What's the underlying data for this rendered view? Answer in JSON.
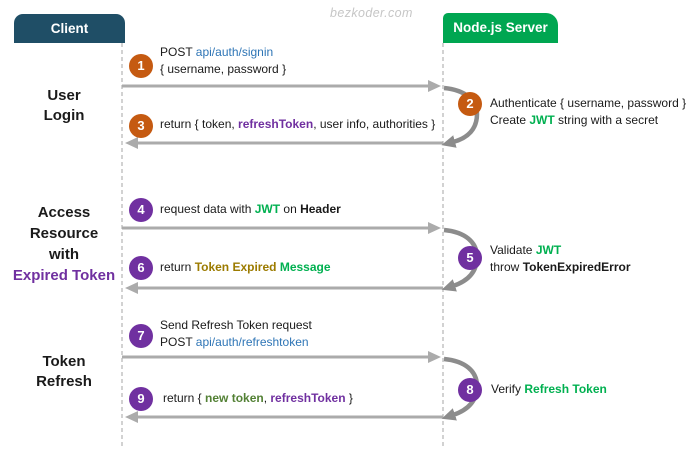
{
  "watermark": "bezkoder.com",
  "actors": {
    "client": {
      "label": "Client"
    },
    "server": {
      "label": "Node.js Server"
    }
  },
  "colors": {
    "client_header": "#1f4e66",
    "server_header": "#00a651",
    "orange_step": "#c55a11",
    "purple_step": "#7030a0",
    "link_blue": "#2e75b6",
    "green_text": "#00b050",
    "olive_text": "#9c7b00",
    "dark_green_text": "#538135",
    "purple_text": "#7030a0",
    "arrow": "#ababab",
    "loop_arrow": "#8c8c8c",
    "lifeline": "#b5b5b5"
  },
  "sections": [
    {
      "lines": [
        {
          "t": "User"
        },
        {
          "t": "Login"
        }
      ]
    },
    {
      "lines": [
        {
          "t": "Access"
        },
        {
          "t": "Resource"
        },
        {
          "t": "with"
        },
        {
          "t": "Expired Token",
          "c": "purpleLabel"
        }
      ]
    },
    {
      "lines": [
        {
          "t": "Token"
        },
        {
          "t": "Refresh"
        }
      ]
    }
  ],
  "steps": [
    {
      "num": "1",
      "lines": [
        [
          {
            "t": "POST "
          },
          {
            "t": "api/auth/signin",
            "c": "link"
          }
        ],
        [
          {
            "t": "{ username, password }"
          }
        ]
      ]
    },
    {
      "num": "2",
      "lines": [
        [
          {
            "t": "Authenticate { username, password }"
          }
        ],
        [
          {
            "t": "Create "
          },
          {
            "t": "JWT",
            "c": "green"
          },
          {
            "t": " string with a secret"
          }
        ]
      ]
    },
    {
      "num": "3",
      "lines": [
        [
          {
            "t": "return { token, "
          },
          {
            "t": "refreshToken",
            "c": "purple"
          },
          {
            "t": ", user info, authorities }"
          }
        ]
      ]
    },
    {
      "num": "4",
      "lines": [
        [
          {
            "t": "request data with "
          },
          {
            "t": "JWT",
            "c": "green"
          },
          {
            "t": " on "
          },
          {
            "t": "Header",
            "c": "bold"
          }
        ]
      ]
    },
    {
      "num": "5",
      "lines": [
        [
          {
            "t": "Validate "
          },
          {
            "t": "JWT",
            "c": "green"
          }
        ],
        [
          {
            "t": "throw "
          },
          {
            "t": "TokenExpiredError",
            "c": "bold"
          }
        ]
      ]
    },
    {
      "num": "6",
      "lines": [
        [
          {
            "t": "return "
          },
          {
            "t": "Token Expired",
            "c": "olive"
          },
          {
            "t": " "
          },
          {
            "t": "Message",
            "c": "green"
          }
        ]
      ]
    },
    {
      "num": "7",
      "lines": [
        [
          {
            "t": "Send Refresh Token request"
          }
        ],
        [
          {
            "t": "POST "
          },
          {
            "t": "api/auth/refreshtoken",
            "c": "link"
          }
        ]
      ]
    },
    {
      "num": "8",
      "lines": [
        [
          {
            "t": "Verify "
          },
          {
            "t": "Refresh Token",
            "c": "green"
          }
        ]
      ]
    },
    {
      "num": "9",
      "lines": [
        [
          {
            "t": "return { "
          },
          {
            "t": "new token",
            "c": "dgreen"
          },
          {
            "t": ", "
          },
          {
            "t": "refreshToken",
            "c": "purple"
          },
          {
            "t": " }"
          }
        ]
      ]
    }
  ]
}
